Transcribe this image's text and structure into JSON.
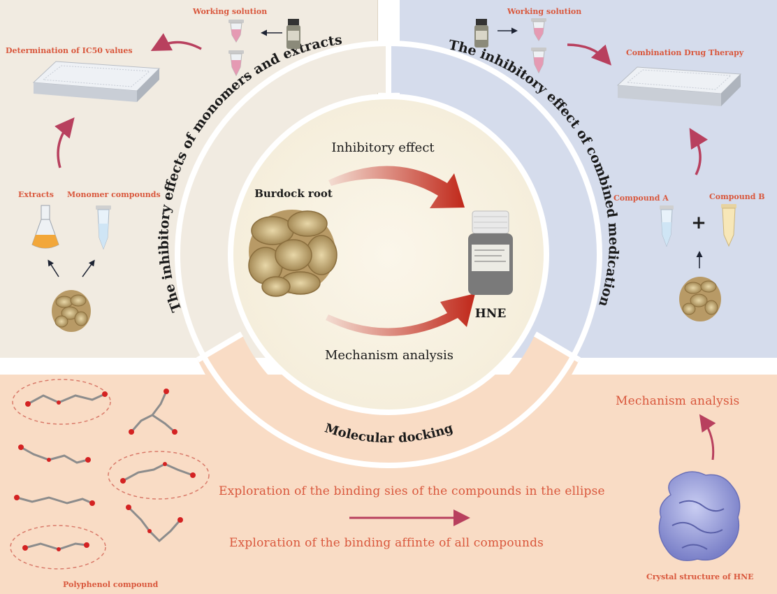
{
  "left_panel": {
    "working_solution": "Working solution",
    "determination": "Determination of IC50 values",
    "extracts": "Extracts",
    "monomer_compounds": "Monomer compounds"
  },
  "right_panel": {
    "working_solution": "Working solution",
    "combination": "Combination Drug Therapy",
    "compound_a": "Compound A",
    "compound_b": "Compound B",
    "plus": "+"
  },
  "center": {
    "inhibitory_effect": "Inhibitory effect",
    "burdock_root": "Burdock root",
    "hne": "HNE",
    "mechanism_analysis": "Mechanism analysis"
  },
  "ring": {
    "left_arc": "The inhibitory effects of monomers and extracts",
    "right_arc": "The inhibitory effect of combined medication",
    "bottom_arc": "Molecular docking"
  },
  "bottom_panel": {
    "mechanism_analysis": "Mechanism analysis",
    "binding_sites": "Exploration of the binding sies of the compounds in the ellipse",
    "binding_affinity": "Exploration of the binding affinte of all compounds",
    "polyphenol": "Polyphenol compound",
    "crystal": "Crystal structure of HNE"
  },
  "colors": {
    "left_bg": "#f1ebe1",
    "right_bg": "#d5dcec",
    "bottom_bg": "#f9dcc5",
    "accent_text": "#d9573c",
    "arrow": "#b8405e",
    "red_arrow": "#c0281a"
  }
}
